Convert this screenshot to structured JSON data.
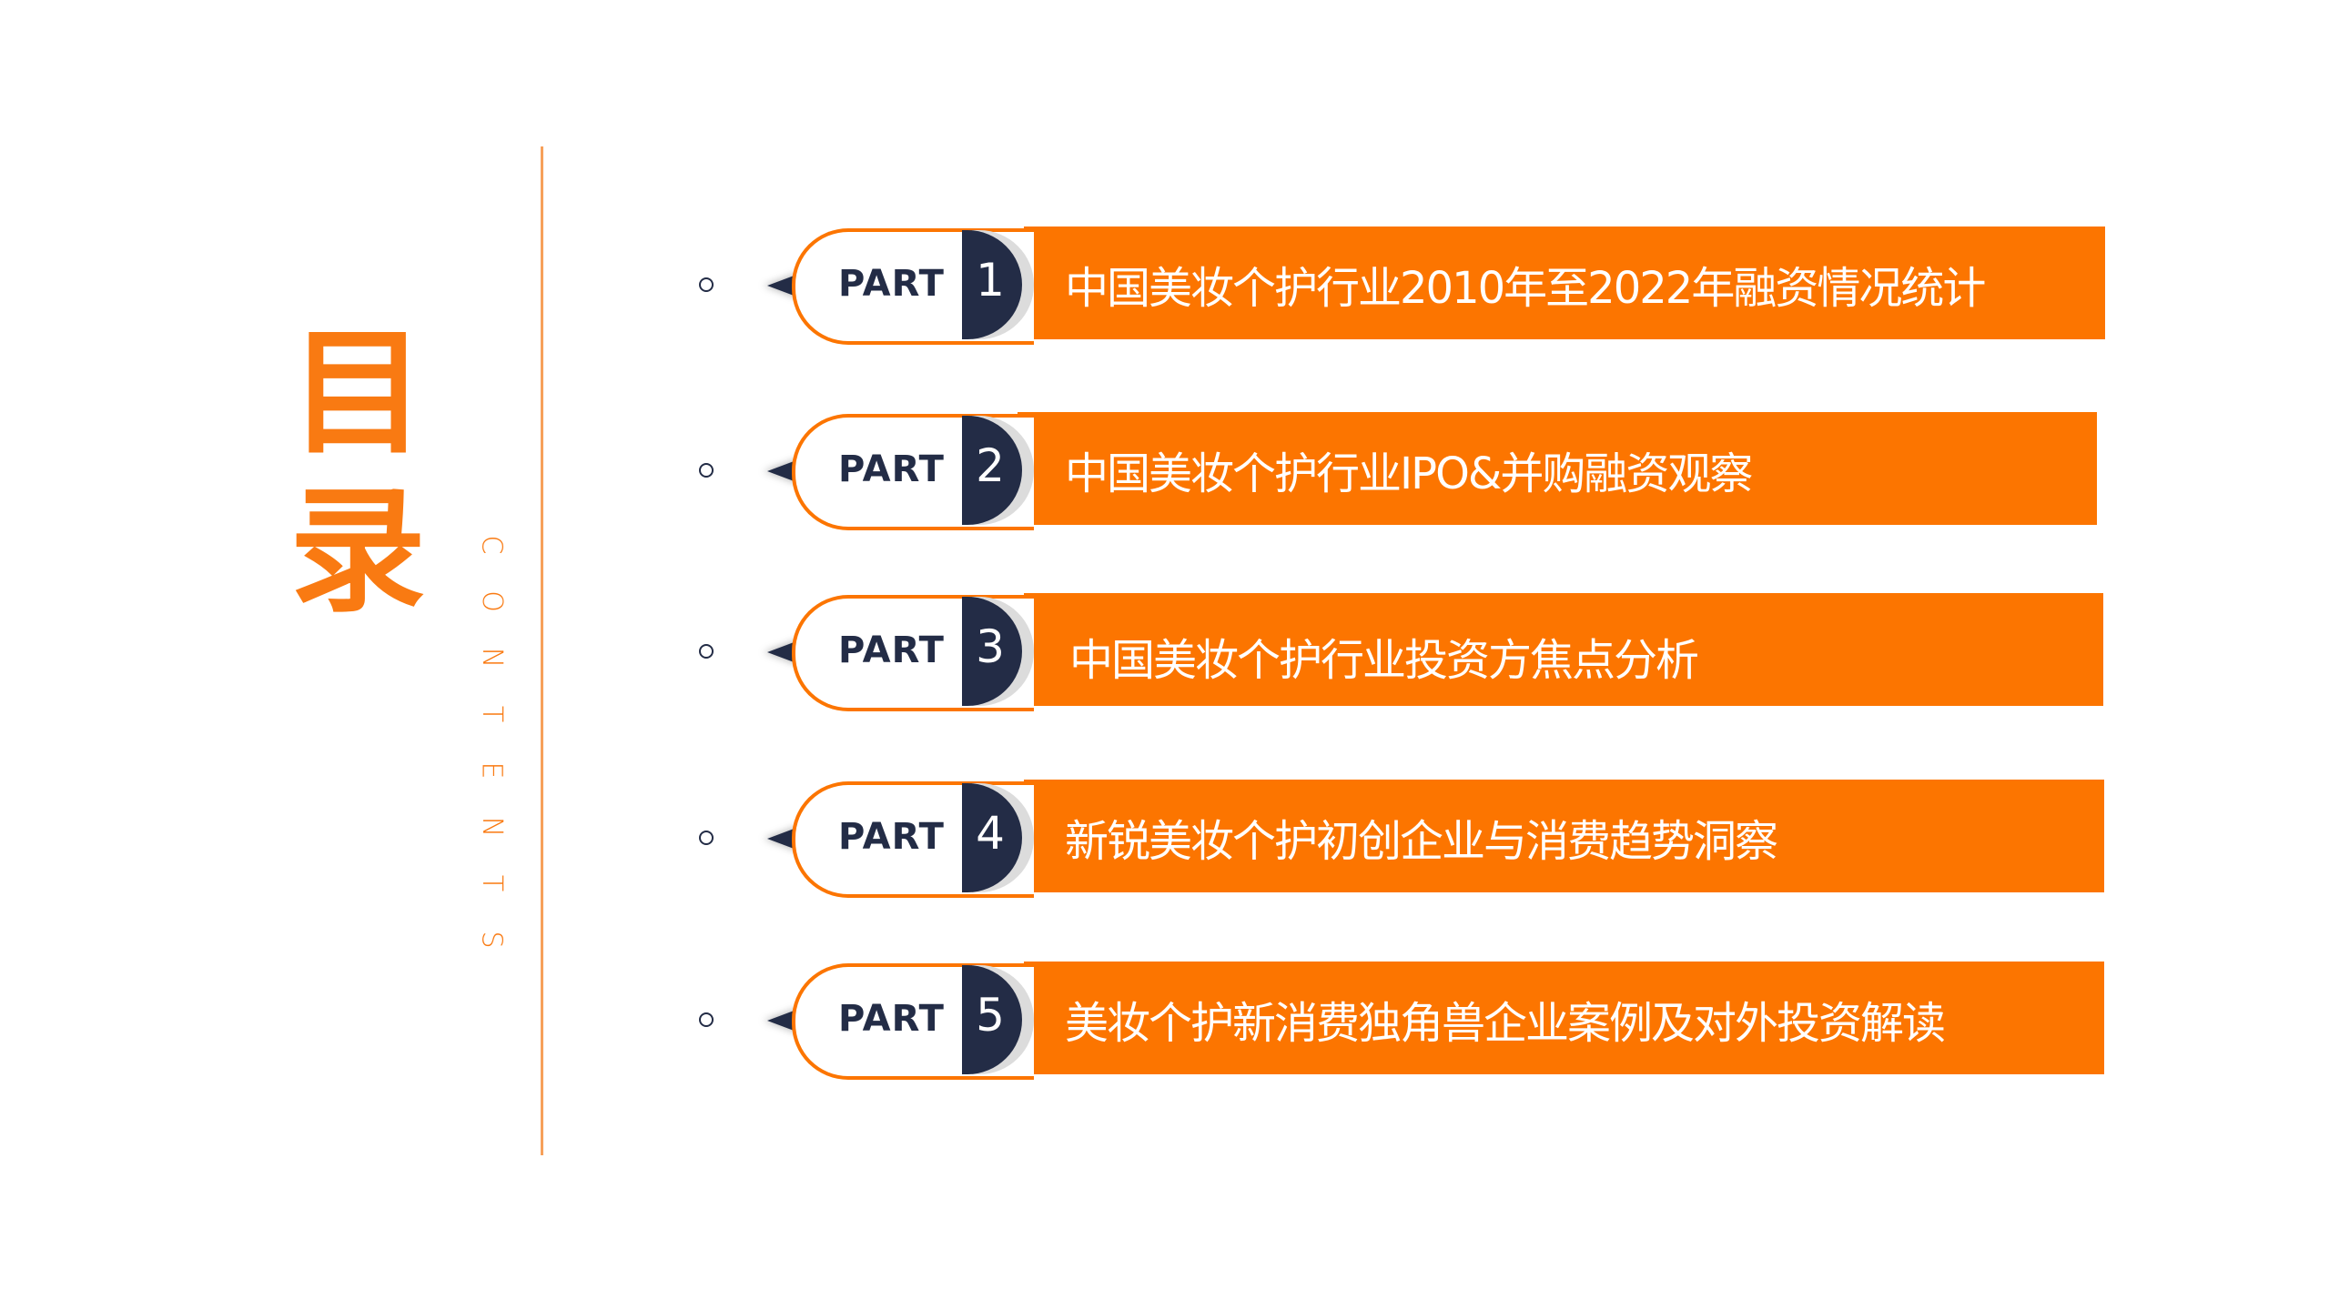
{
  "title": {
    "char1": "目",
    "char2": "录"
  },
  "subtitle_letters": [
    "C",
    "O",
    "N",
    "T",
    "E",
    "N",
    "T",
    "S"
  ],
  "colors": {
    "accent": "#FC7500",
    "navy": "#232C46",
    "line": "#F7A05A",
    "shadow": "#DCDCDC"
  },
  "parts": [
    {
      "label": "PART",
      "number": "1",
      "title": "中国美妆个护行业2010年至2022年融资情况统计"
    },
    {
      "label": "PART",
      "number": "2",
      "title": "中国美妆个护行业IPO&并购融资观察"
    },
    {
      "label": "PART",
      "number": "3",
      "title": "中国美妆个护行业投资方焦点分析"
    },
    {
      "label": "PART",
      "number": "4",
      "title": "新锐美妆个护初创企业与消费趋势洞察"
    },
    {
      "label": "PART",
      "number": "5",
      "title": "美妆个护新消费独角兽企业案例及对外投资解读"
    }
  ]
}
